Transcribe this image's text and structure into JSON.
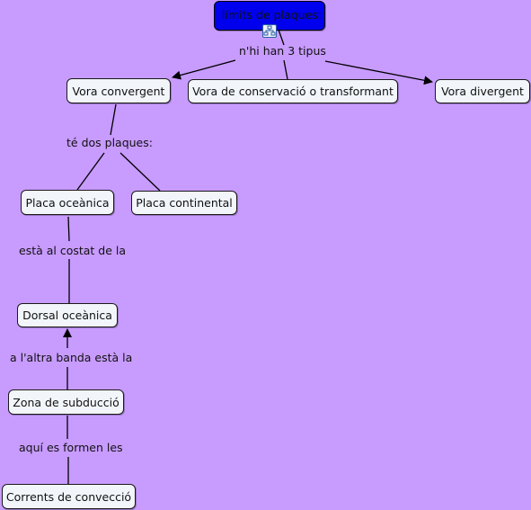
{
  "nodes": {
    "root": "límits de plaques:",
    "convergent": "Vora convergent",
    "conservacio": "Vora de conservació o transformant",
    "divergent": "Vora divergent",
    "oceanica": "Placa oceànica",
    "continental": "Placa continental",
    "dorsal": "Dorsal oceànica",
    "subduccio": "Zona de subducció",
    "corrents": "Corrents de convecció"
  },
  "links": {
    "tipus": "n'hi han 3 tipus",
    "dos": "té dos plaques:",
    "costat": "està al costat de la",
    "altra": "a l'altra banda està la",
    "formen": "aquí es formen les"
  },
  "colors": {
    "background": "#c89bff",
    "node_fill": "#f2f6fb",
    "root_fill": "#0000ee"
  },
  "icons": {
    "root_submap": "concept-map-icon"
  }
}
